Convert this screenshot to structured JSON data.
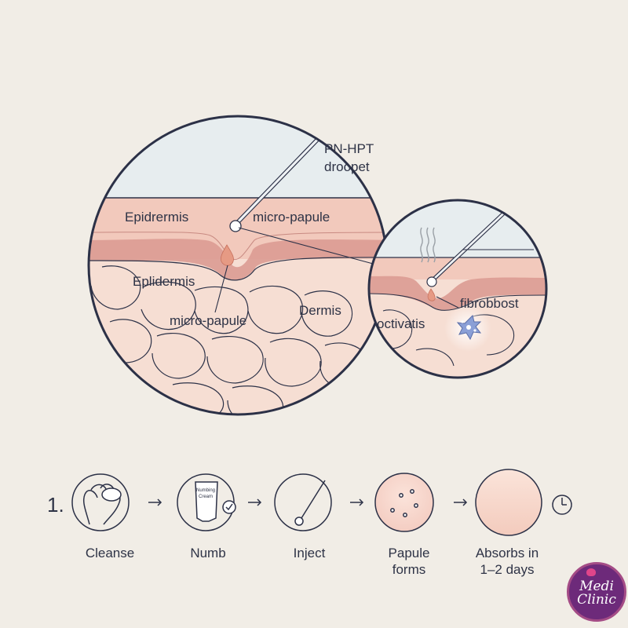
{
  "diagram": {
    "main_labels": {
      "droplet": [
        "PN-HPT",
        "droopet"
      ],
      "epidermis_top": "Epidrermis",
      "micro_papule_top": "micro-papule",
      "epidermis_mid": "Eplidermis",
      "micro_papule_bottom": "micro-papule",
      "dermis": "Dermis"
    },
    "inset_labels": {
      "fibroblast": "fibrobbost",
      "activation": "octivatis"
    }
  },
  "steps": {
    "number": "1.",
    "items": [
      {
        "label": "Cleanse",
        "icon": "cleansing-pad-hand-icon"
      },
      {
        "label": "Numb",
        "icon": "numbing-cream-tube-icon",
        "tube_text": "Numbing\nCream"
      },
      {
        "label": "Inject",
        "icon": "needle-icon"
      },
      {
        "label": "Papule\nforms",
        "icon": "papule-skin-icon"
      },
      {
        "label": "Absorbs in\n1–2 days",
        "icon": "smooth-skin-icon"
      }
    ],
    "end_icon": "clock-icon"
  },
  "logo": {
    "text": "Medi\nClinic"
  },
  "colors": {
    "background": "#f1ede6",
    "sky": "#e6ecee",
    "epidermis": "#f2c9bc",
    "basal_band": "#dc9b92",
    "dermis": "#f6ded3",
    "outline": "#2c3147",
    "fibroblast": "#8a9fd6",
    "logo": "#6d2a7a"
  }
}
